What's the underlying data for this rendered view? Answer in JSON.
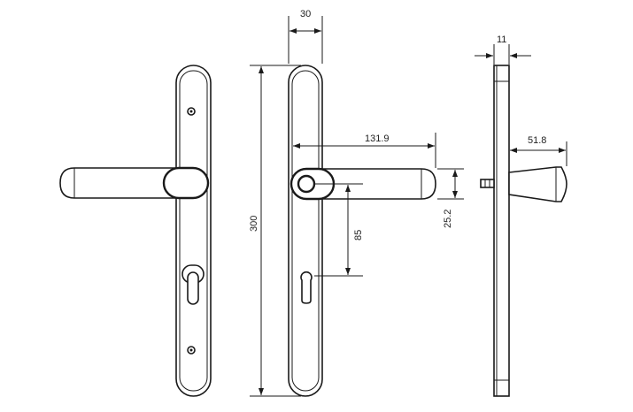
{
  "dimensions": {
    "plate_width": "30",
    "plate_height": "300",
    "handle_length": "131.9",
    "handle_to_cylinder": "85",
    "handle_thickness": "25.2",
    "side_plate_thickness": "11",
    "handle_projection": "51.8"
  }
}
